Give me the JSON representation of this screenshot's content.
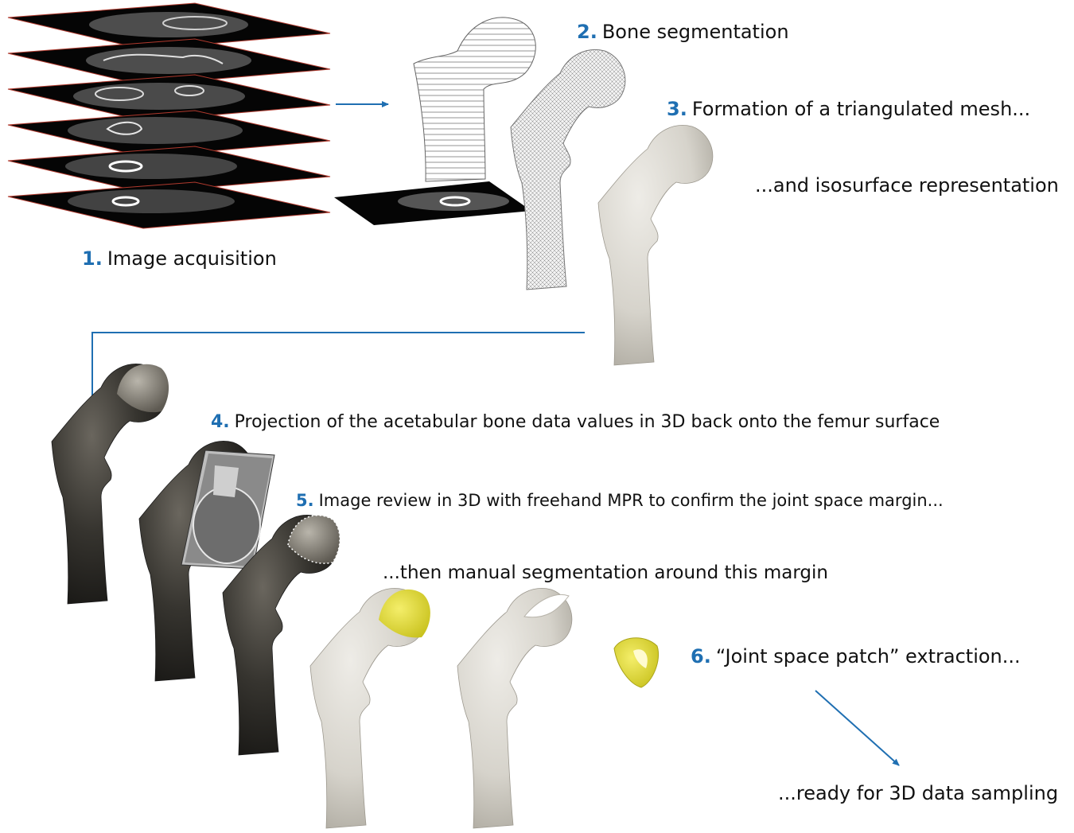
{
  "steps": {
    "s1": {
      "num": "1.",
      "text": "Image acquisition"
    },
    "s2": {
      "num": "2.",
      "text": "Bone segmentation"
    },
    "s3": {
      "num": "3.",
      "text": "Formation of a triangulated mesh..."
    },
    "s3b": {
      "text": "...and isosurface representation"
    },
    "s4": {
      "num": "4.",
      "text": "Projection of the acetabular bone data values in 3D back onto the femur surface"
    },
    "s5": {
      "num": "5.",
      "text": "Image review in 3D with freehand MPR to confirm the joint space margin..."
    },
    "s5b": {
      "text": "...then manual segmentation around this margin"
    },
    "s6": {
      "num": "6.",
      "text": "“Joint space patch” extraction..."
    },
    "s6b": {
      "text": "...ready for 3D data sampling"
    }
  },
  "colors": {
    "accent": "#1f6fb2",
    "bone": "#d9d6cf",
    "dark_bone": "#2b2a27",
    "patch": "#e8e23a",
    "slice": "#050505",
    "slice_border": "#c0392b"
  }
}
